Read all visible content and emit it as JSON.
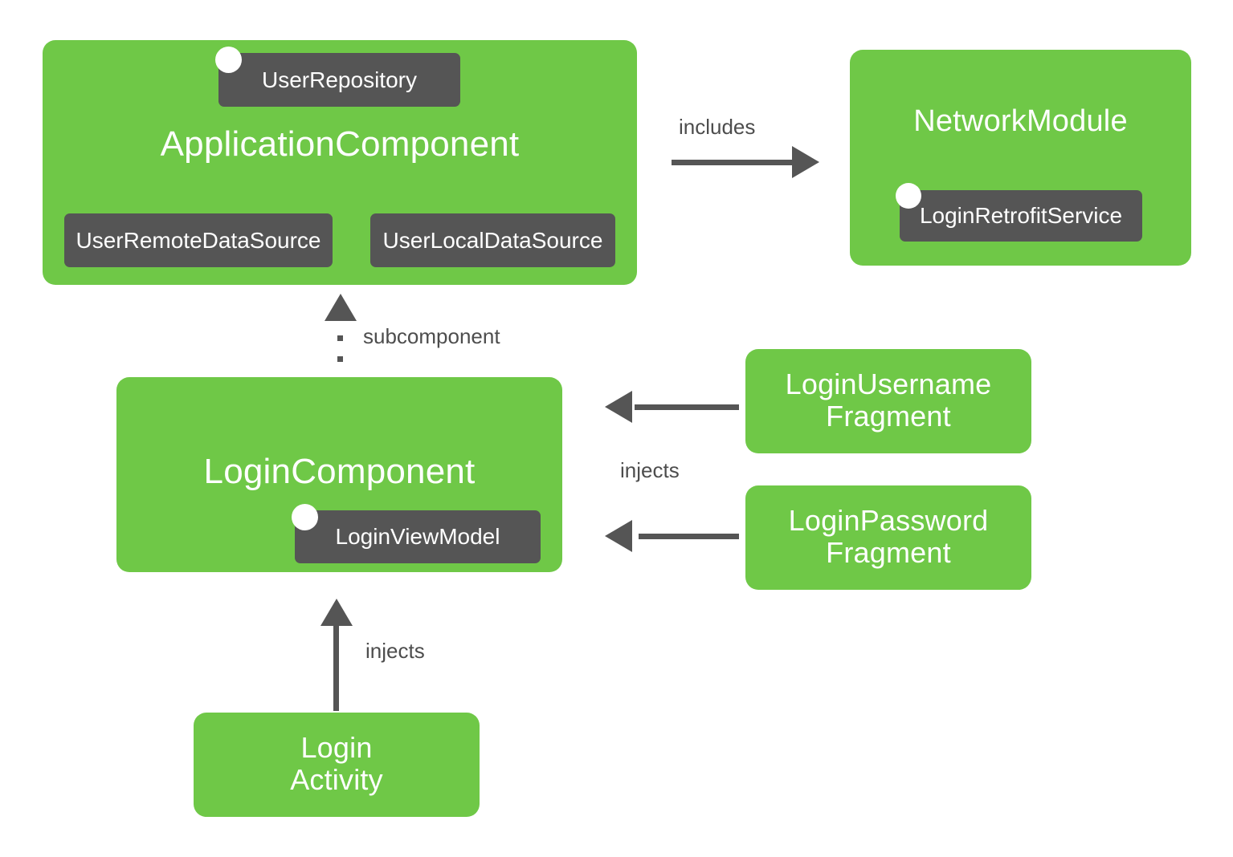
{
  "diagram": {
    "type": "dependency-injection-graph",
    "background_color": "#ffffff",
    "node_color": "#6FC847",
    "pill_color": "#555555",
    "arrow_color": "#555555",
    "label_color": "#4D4D4D"
  },
  "nodes": {
    "application_component": {
      "title": "ApplicationComponent",
      "dependencies": [
        "UserRepository",
        "UserRemoteDataSource",
        "UserLocalDataSource"
      ],
      "entry_point": "UserRepository"
    },
    "network_module": {
      "title": "NetworkModule",
      "dependencies": [
        "LoginRetrofitService"
      ],
      "entry_point": "LoginRetrofitService"
    },
    "login_component": {
      "title": "LoginComponent",
      "dependencies": [
        "LoginViewModel"
      ],
      "entry_point": "LoginViewModel"
    },
    "login_username_fragment": {
      "title": "LoginUsername\nFragment"
    },
    "login_password_fragment": {
      "title": "LoginPassword\nFragment"
    },
    "login_activity": {
      "title": "Login\nActivity"
    }
  },
  "edges": {
    "includes": {
      "label": "includes",
      "from": "ApplicationComponent",
      "to": "NetworkModule",
      "style": "solid"
    },
    "subcomponent": {
      "label": "subcomponent",
      "from": "LoginComponent",
      "to": "ApplicationComponent",
      "style": "dotted"
    },
    "injects_username": {
      "label": "injects",
      "from": "LoginUsernameFragment",
      "to": "LoginComponent",
      "style": "solid"
    },
    "injects_password": {
      "label": "injects",
      "from": "LoginPasswordFragment",
      "to": "LoginComponent",
      "style": "solid"
    },
    "injects_activity": {
      "label": "injects",
      "from": "LoginActivity",
      "to": "LoginComponent",
      "style": "solid"
    }
  }
}
